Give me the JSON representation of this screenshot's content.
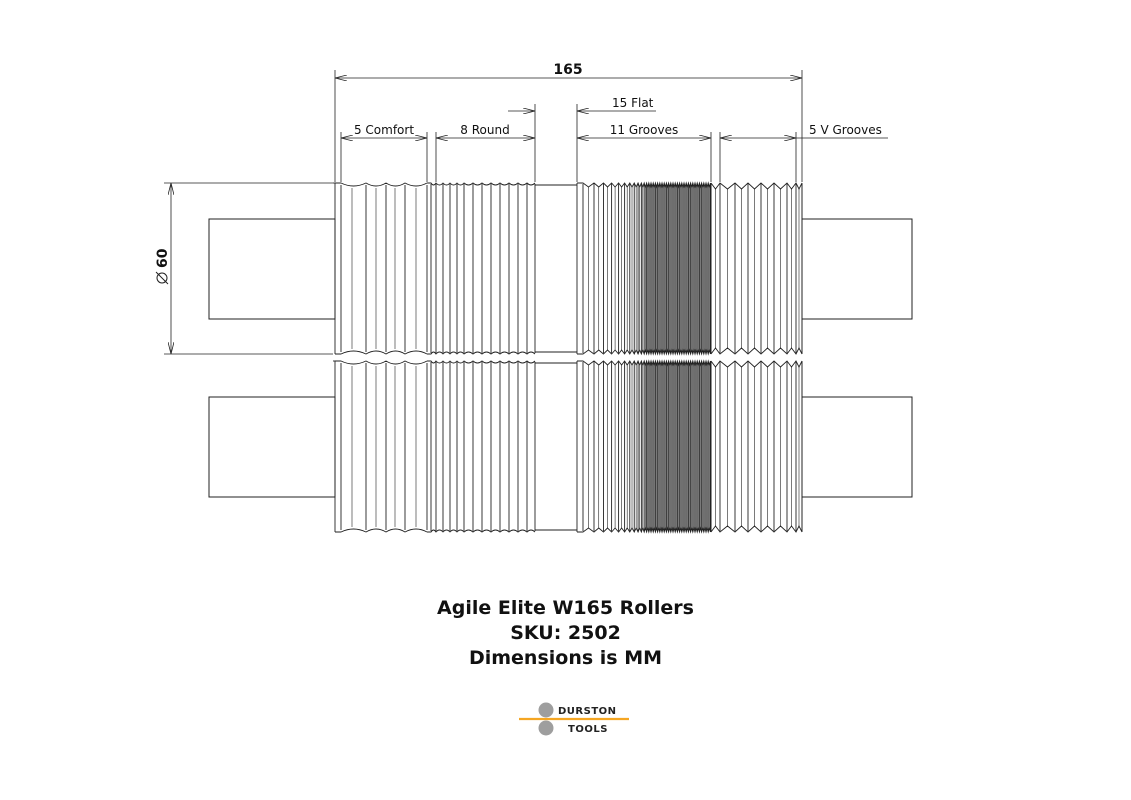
{
  "dimensions": {
    "overall_length": "165",
    "flat": "15 Flat",
    "comfort": "5 Comfort",
    "round": "8 Round",
    "grooves": "11 Grooves",
    "v_grooves": "5 V Grooves",
    "diameter": "60"
  },
  "title": {
    "product": "Agile Elite W165 Rollers",
    "sku": "SKU: 2502",
    "units_note": "Dimensions is MM"
  },
  "logo": {
    "line1": "DURSTON",
    "line2": "TOOLS",
    "accent_color": "#f5a623",
    "dot_color": "#9e9e9e"
  }
}
